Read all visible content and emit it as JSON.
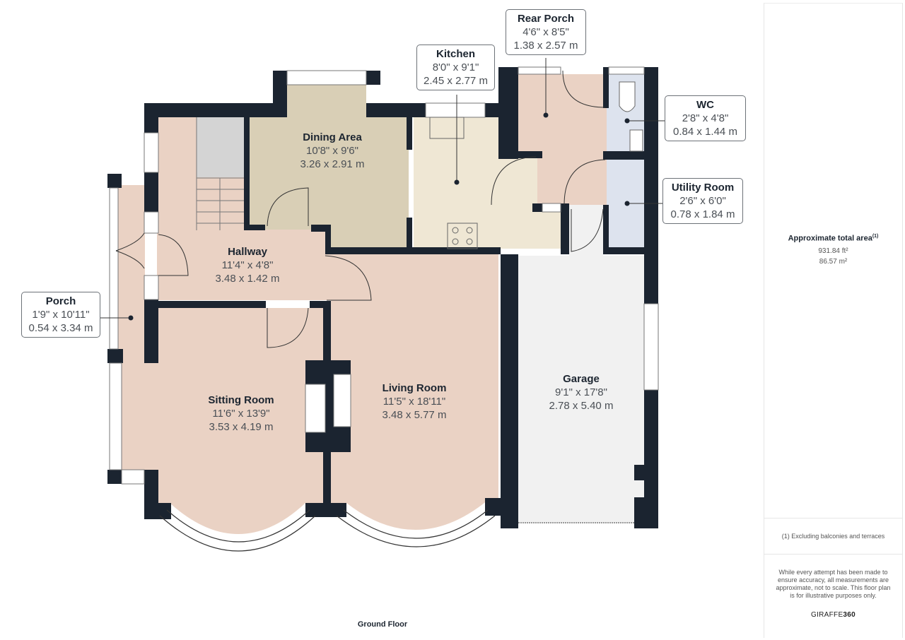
{
  "floor_label": "Ground Floor",
  "colors": {
    "wall": "#1b2430",
    "living_rooms": "#ead2c4",
    "dining": "#d9cfb6",
    "kitchen": "#efe7d4",
    "wet_rooms": "#dde3ee",
    "garage": "#f1f1f1",
    "stairs": "#d4d4d4"
  },
  "rooms": {
    "dining": {
      "name": "Dining Area",
      "imperial": "10'8\" x 9'6\"",
      "metric": "3.26 x 2.91 m"
    },
    "hallway": {
      "name": "Hallway",
      "imperial": "11'4\" x 4'8\"",
      "metric": "3.48 x 1.42 m"
    },
    "sitting": {
      "name": "Sitting Room",
      "imperial": "11'6\" x 13'9\"",
      "metric": "3.53 x 4.19 m"
    },
    "living": {
      "name": "Living Room",
      "imperial": "11'5\" x 18'11\"",
      "metric": "3.48 x 5.77 m"
    },
    "garage": {
      "name": "Garage",
      "imperial": "9'1\" x 17'8\"",
      "metric": "2.78 x 5.40 m"
    },
    "kitchen": {
      "name": "Kitchen",
      "imperial": "8'0\" x 9'1\"",
      "metric": "2.45 x 2.77 m"
    },
    "rear_porch": {
      "name": "Rear Porch",
      "imperial": "4'6\" x 8'5\"",
      "metric": "1.38 x 2.57 m"
    },
    "wc": {
      "name": "WC",
      "imperial": "2'8\" x 4'8\"",
      "metric": "0.84 x 1.44 m"
    },
    "utility": {
      "name": "Utility Room",
      "imperial": "2'6\" x 6'0\"",
      "metric": "0.78 x 1.84 m"
    },
    "porch": {
      "name": "Porch",
      "imperial": "1'9\" x 10'11\"",
      "metric": "0.54 x 3.34 m"
    }
  },
  "sidebar": {
    "area_title": "Approximate total area",
    "area_footnote_mark": "(1)",
    "area_ft2": "931.84 ft²",
    "area_m2": "86.57 m²",
    "footnote": "(1) Excluding balconies and terraces",
    "disclaimer": "While every attempt has been made to ensure accuracy, all measurements are approximate, not to scale. This floor plan is for illustrative purposes only.",
    "brand_prefix": "GIRAFFE",
    "brand_suffix": "360"
  }
}
